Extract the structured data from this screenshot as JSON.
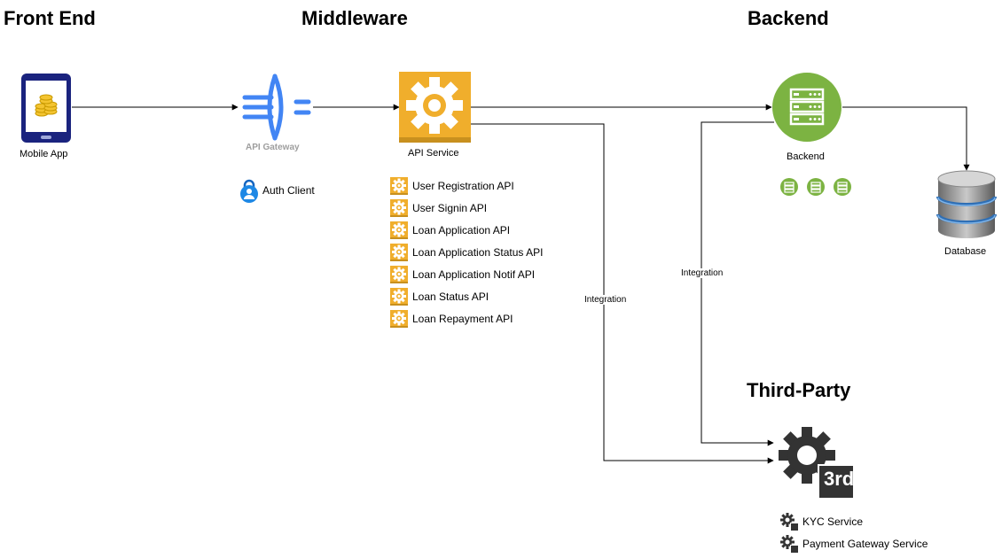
{
  "headings": {
    "front_end": "Front End",
    "middleware": "Middleware",
    "backend": "Backend",
    "third_party": "Third-Party"
  },
  "nodes": {
    "mobile_app": {
      "label": "Mobile App",
      "icon": "mobile-phone-icon"
    },
    "api_gateway": {
      "label": "API Gateway",
      "icon": "api-gateway-icon"
    },
    "auth_client": {
      "label": "Auth Client",
      "icon": "lock-icon"
    },
    "api_service": {
      "label": "API Service",
      "icon": "gear-icon"
    },
    "backend": {
      "label": "Backend",
      "icon": "server-icon"
    },
    "database": {
      "label": "Database",
      "icon": "database-icon"
    },
    "third_party": {
      "label": "3rd",
      "icon": "third-party-gear-icon"
    }
  },
  "api_list": [
    "User Registration API",
    "User Signin API",
    "Loan Application API",
    "Loan Application Status API",
    "Loan Application Notif API",
    "Loan Status API",
    "Loan Repayment API"
  ],
  "third_party_services": [
    "KYC Service",
    "Payment Gateway Service"
  ],
  "edges": {
    "integration_left": "Integration",
    "integration_right": "Integration"
  },
  "colors": {
    "gear_orange": "#F0AE2C",
    "gear_border": "#D49A24",
    "backend_green": "#7CB342",
    "gateway_blue": "#4285F4",
    "phone_blue": "#1A237E",
    "third_party_gray": "#333333"
  }
}
